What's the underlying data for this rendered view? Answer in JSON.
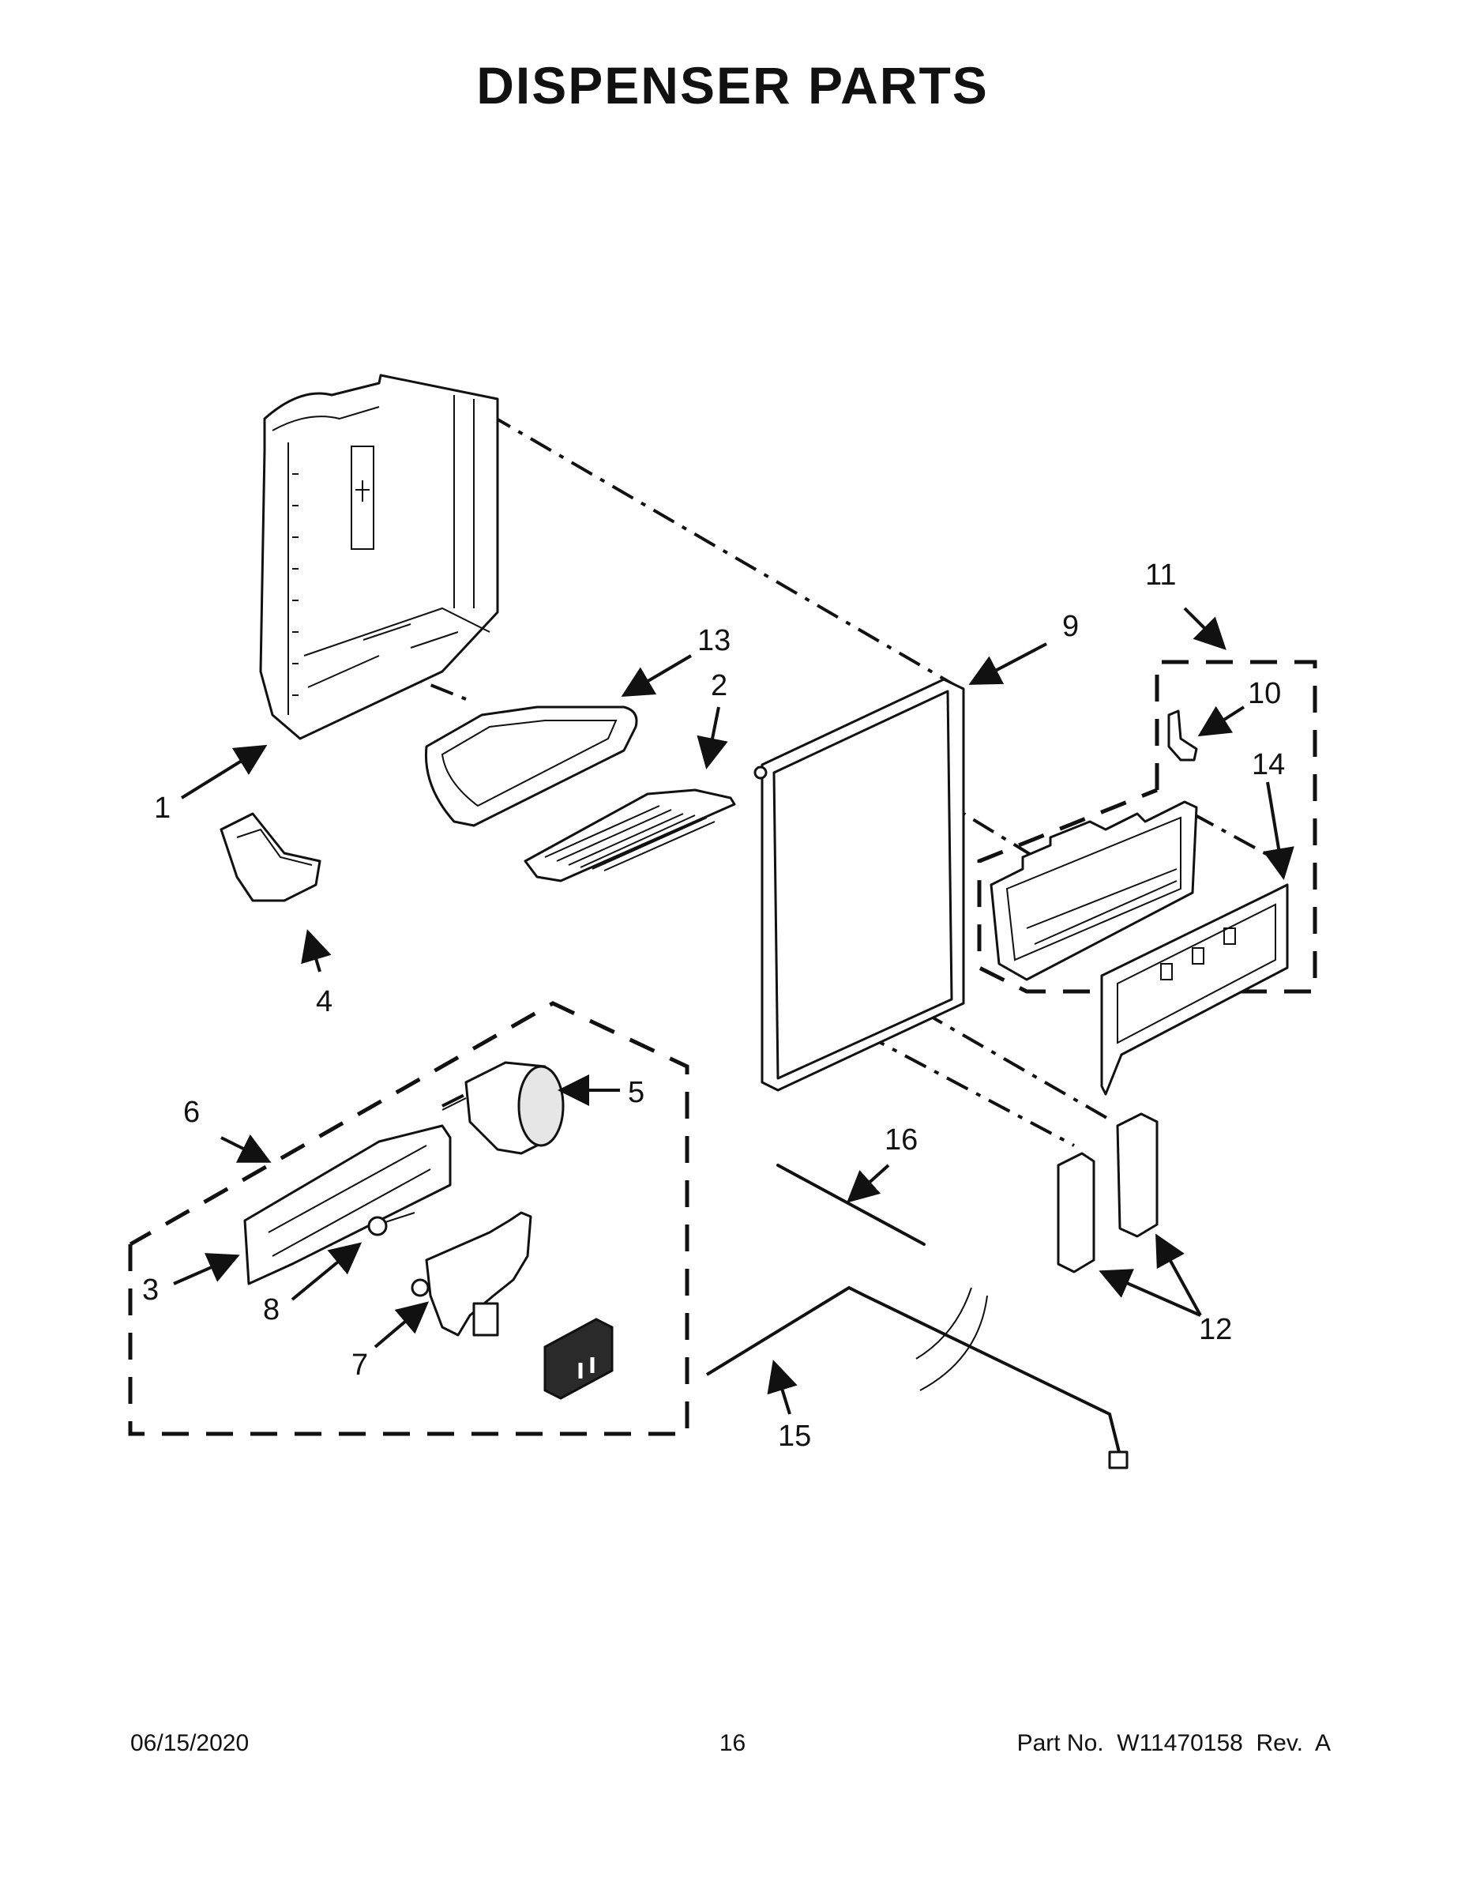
{
  "title": "DISPENSER PARTS",
  "callouts": [
    "1",
    "2",
    "3",
    "4",
    "5",
    "6",
    "7",
    "8",
    "9",
    "10",
    "11",
    "12",
    "13",
    "14",
    "15",
    "16"
  ],
  "footer": {
    "date": "06/15/2020",
    "page": "16",
    "part": "Part No.  W11470158  Rev.  A"
  }
}
